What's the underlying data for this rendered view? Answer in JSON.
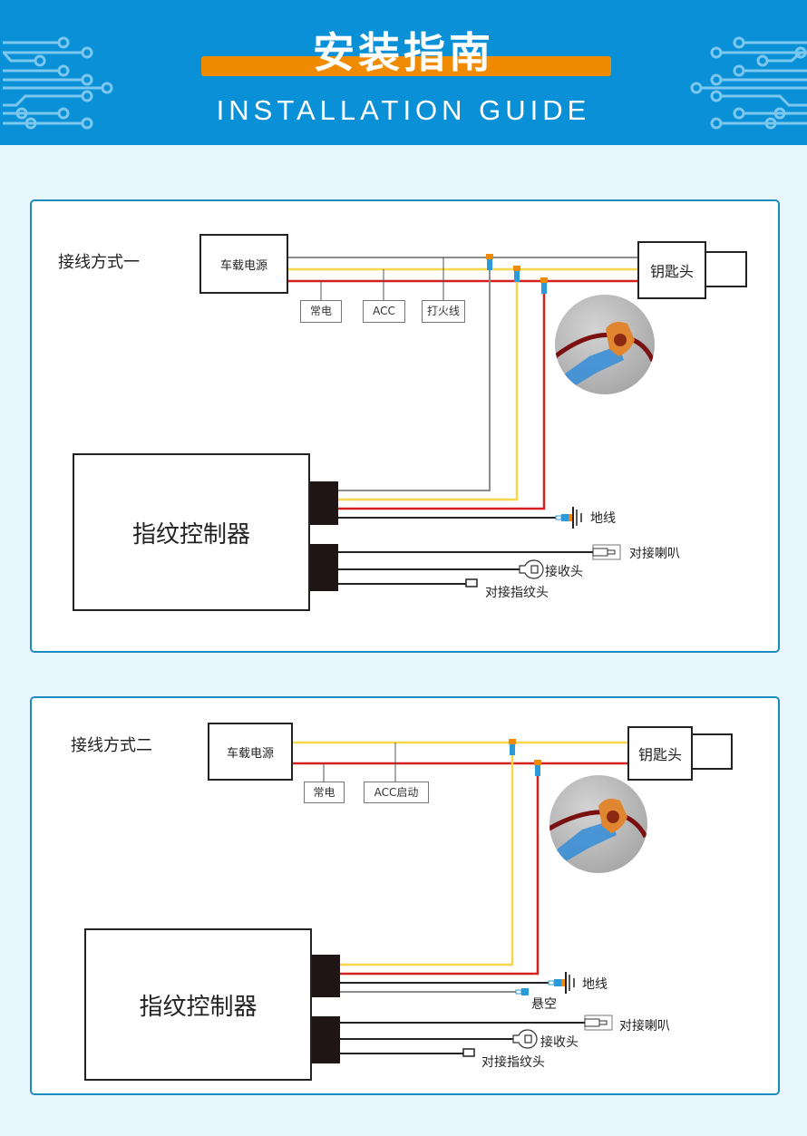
{
  "header": {
    "title_cn": "安装指南",
    "title_en": "INSTALLATION GUIDE",
    "colors": {
      "background": "#0a90d6",
      "accent_bar": "#f08a00"
    }
  },
  "wire_colors": {
    "gray": "#8c8c8c",
    "yellow": "#f7d64a",
    "red": "#d42020",
    "black": "#222222"
  },
  "diagrams": [
    {
      "title": "接线方式一",
      "power_source": "车载电源",
      "key": "钥匙头",
      "tap_labels": [
        "常电",
        "ACC",
        "打火线"
      ],
      "controller": "指纹控制器",
      "outputs": {
        "ground": "地线",
        "horn": "对接喇叭",
        "receiver": "接收头",
        "fingerprint": "对接指纹头"
      }
    },
    {
      "title": "接线方式二",
      "power_source": "车载电源",
      "key": "钥匙头",
      "tap_labels": [
        "常电",
        "ACC启动"
      ],
      "controller": "指纹控制器",
      "outputs": {
        "ground": "地线",
        "float": "悬空",
        "horn": "对接喇叭",
        "receiver": "接收头",
        "fingerprint": "对接指纹头"
      }
    }
  ]
}
